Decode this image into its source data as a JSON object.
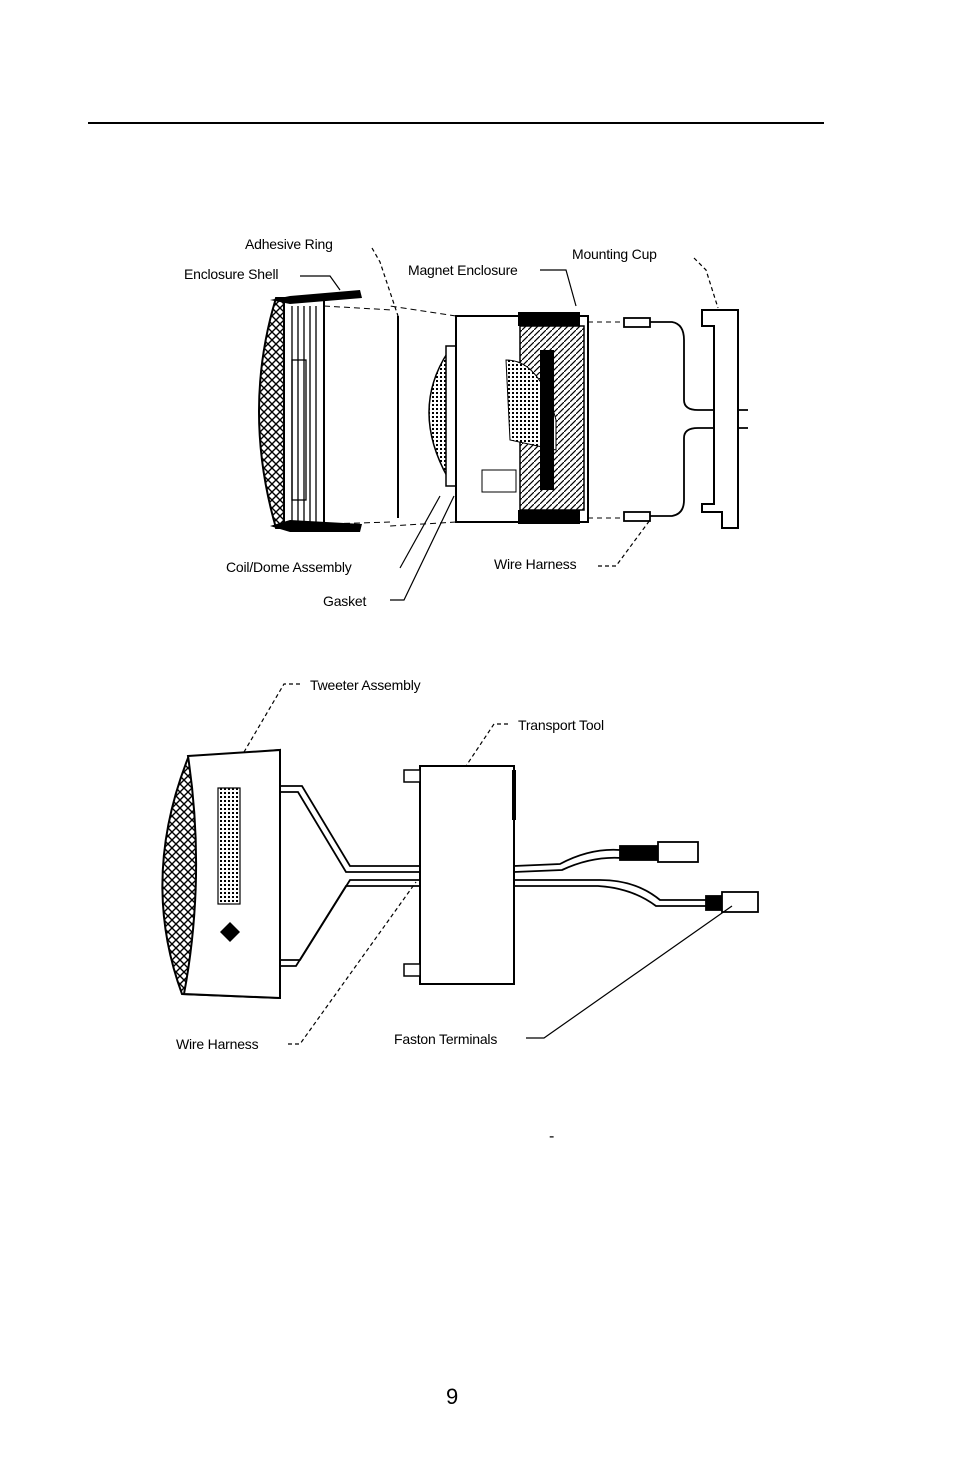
{
  "labels": {
    "adhesive_ring": "Adhesive Ring",
    "enclosure_shell": "Enclosure Shell",
    "magnet_enclosure": "Magnet Enclosure",
    "mounting_cup": "Mounting Cup",
    "coil_dome_assembly": "Coil/Dome Assembly",
    "gasket": "Gasket",
    "wire_harness_top": "Wire Harness",
    "tweeter_assembly": "Tweeter Assembly",
    "transport_tool": "Transport Tool",
    "wire_harness_bottom": "Wire Harness",
    "faston_terminals": "Faston Terminals"
  },
  "footer": {
    "dash": "-",
    "page_number": "9"
  }
}
